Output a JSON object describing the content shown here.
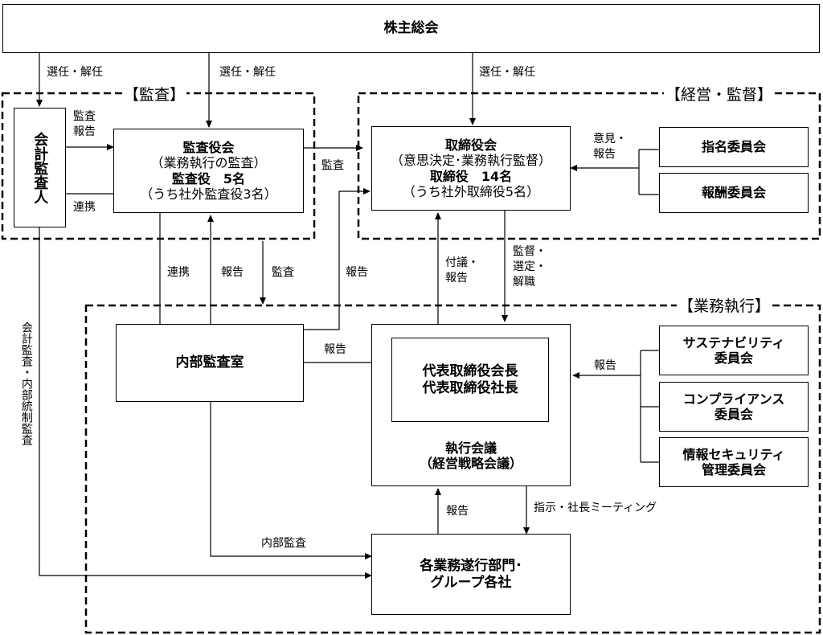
{
  "sections": {
    "audit": "【監査】",
    "management": "【経営・監督】",
    "execution": "【業務執行】"
  },
  "boxes": {
    "shareholders": "株主総会",
    "accounting_auditor": "会計監査人",
    "audit_board": {
      "line1": "監査役会",
      "line2": "（業務執行の監査）",
      "line3": "監査役　5名",
      "line4": "（うち社外監査役3名）"
    },
    "board": {
      "line1": "取締役会",
      "line2": "（意思決定･業務執行監督）",
      "line3": "取締役　14名",
      "line4": "（うち社外取締役5名）"
    },
    "nomination": "指名委員会",
    "remuneration": "報酬委員会",
    "internal_audit": "内部監査室",
    "representatives": {
      "line1": "代表取締役会長",
      "line2": "代表取締役社長"
    },
    "exec_meeting": {
      "line1": "執行会議",
      "line2": "（経営戦略会議）"
    },
    "sustainability": {
      "line1": "サステナビリティ",
      "line2": "委員会"
    },
    "compliance": {
      "line1": "コンプライアンス",
      "line2": "委員会"
    },
    "infosec": {
      "line1": "情報セキュリティ",
      "line2": "管理委員会"
    },
    "departments": {
      "line1": "各業務遂行部門･",
      "line2": "グループ各社"
    }
  },
  "labels": {
    "elect1": "選任・解任",
    "elect2": "選任・解任",
    "elect3": "選任・解任",
    "audit_report": "監査\n報告",
    "coop1": "連携",
    "audit1": "監査",
    "opinion_report": "意見・\n報告",
    "coop2": "連携",
    "report1": "報告",
    "audit2": "監査",
    "report2": "報告",
    "propose_report": "付議・\n報告",
    "supervise": "監督・\n選定・\n解職",
    "accounting_internal": "会計監査・内部統制監査",
    "report3": "報告",
    "report4": "報告",
    "report5": "報告",
    "instruct": "指示・社長ミーティング",
    "internal_audit_label": "内部監査"
  }
}
